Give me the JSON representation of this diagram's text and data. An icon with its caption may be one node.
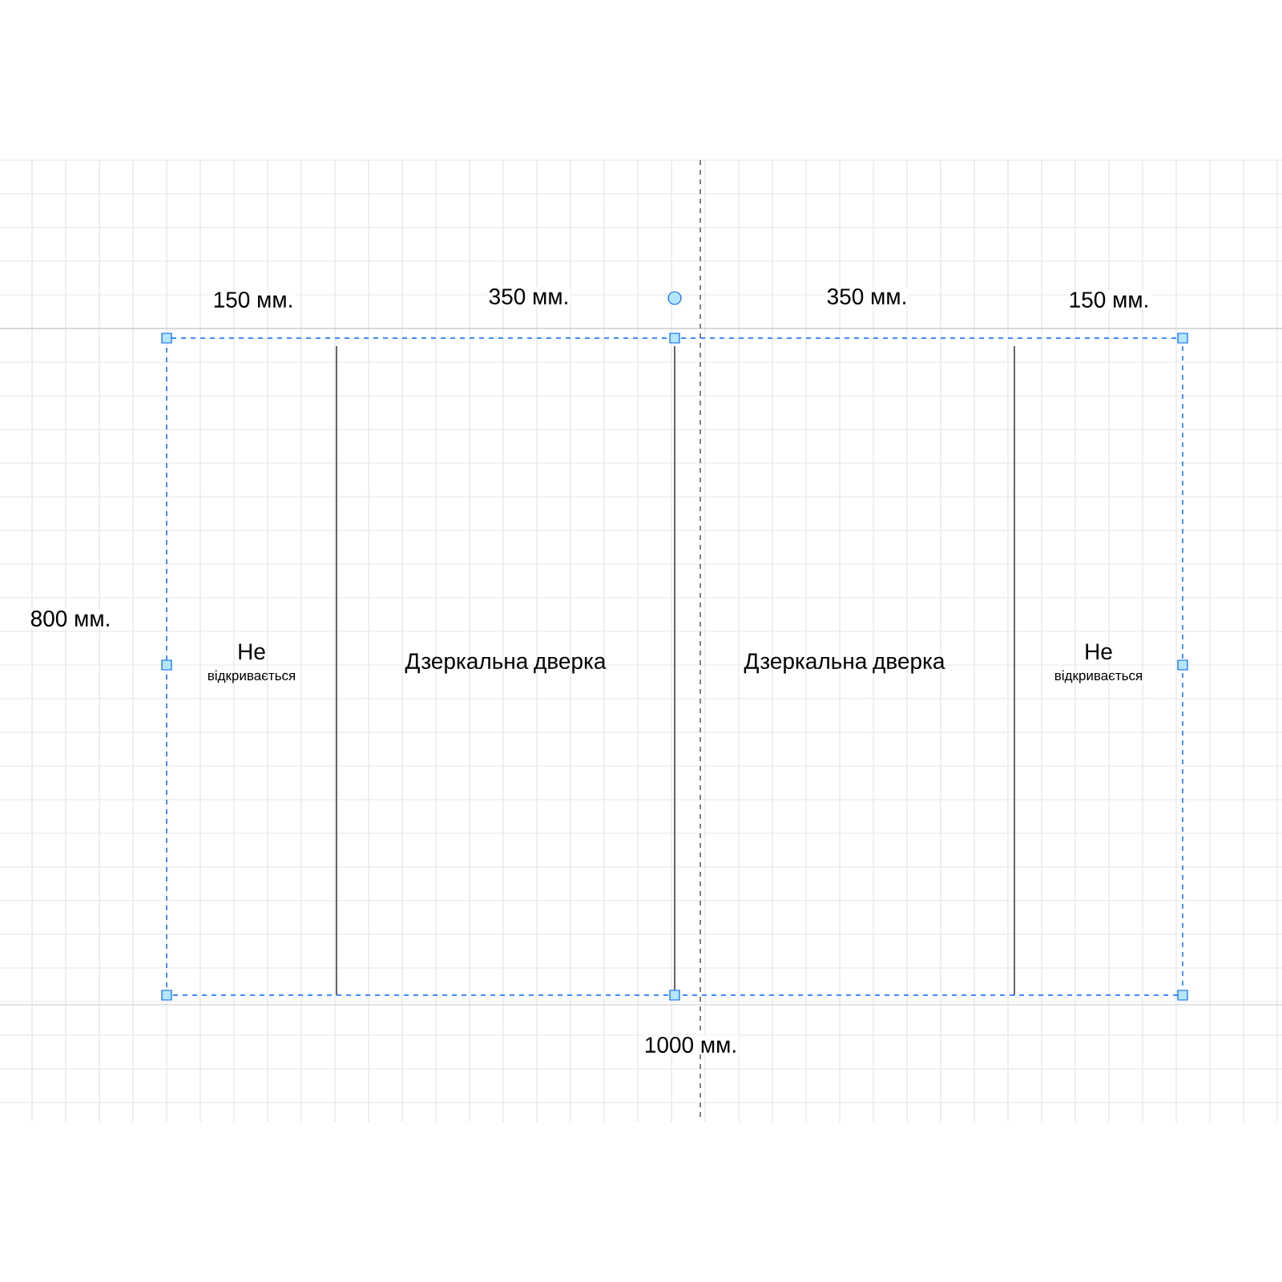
{
  "diagram": {
    "nodes": [
      {
        "text": [
          "Не",
          "відкривається"
        ]
      },
      {
        "text": [
          "Дзеркальна дверка"
        ]
      },
      {
        "text": [
          "Дзеркальна дверка"
        ]
      },
      {
        "text": [
          "Не",
          "відкривається"
        ]
      }
    ],
    "edges": [],
    "labels": [
      "150 мм.",
      "350 мм.",
      "350 мм.",
      "150 мм.",
      "800 мм.",
      "1000 мм."
    ]
  }
}
